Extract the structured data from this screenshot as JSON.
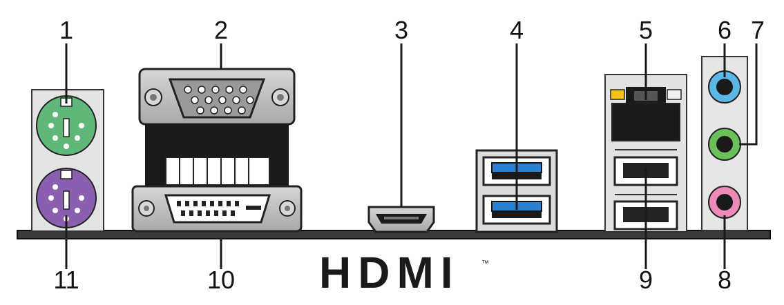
{
  "callouts": [
    {
      "id": "1",
      "label": "1"
    },
    {
      "id": "2",
      "label": "2"
    },
    {
      "id": "3",
      "label": "3"
    },
    {
      "id": "4",
      "label": "4"
    },
    {
      "id": "5",
      "label": "5"
    },
    {
      "id": "6",
      "label": "6"
    },
    {
      "id": "7",
      "label": "7"
    },
    {
      "id": "8",
      "label": "8"
    },
    {
      "id": "9",
      "label": "9"
    },
    {
      "id": "10",
      "label": "10"
    },
    {
      "id": "11",
      "label": "11"
    }
  ],
  "logo": {
    "text": "HDMI",
    "trademark": "™"
  },
  "colors": {
    "ps2_mouse": "#5fb87a",
    "ps2_keyboard": "#8b5fb0",
    "audio_line_in": "#5bb8e6",
    "audio_line_out": "#6cc05a",
    "audio_mic": "#ee8ab8",
    "usb3_blue": "#2a7fd0",
    "led_yellow": "#f3c21a",
    "metal": "#bcbcbc",
    "panel": "#e2e2e2",
    "dark": "#1a1a1a"
  }
}
